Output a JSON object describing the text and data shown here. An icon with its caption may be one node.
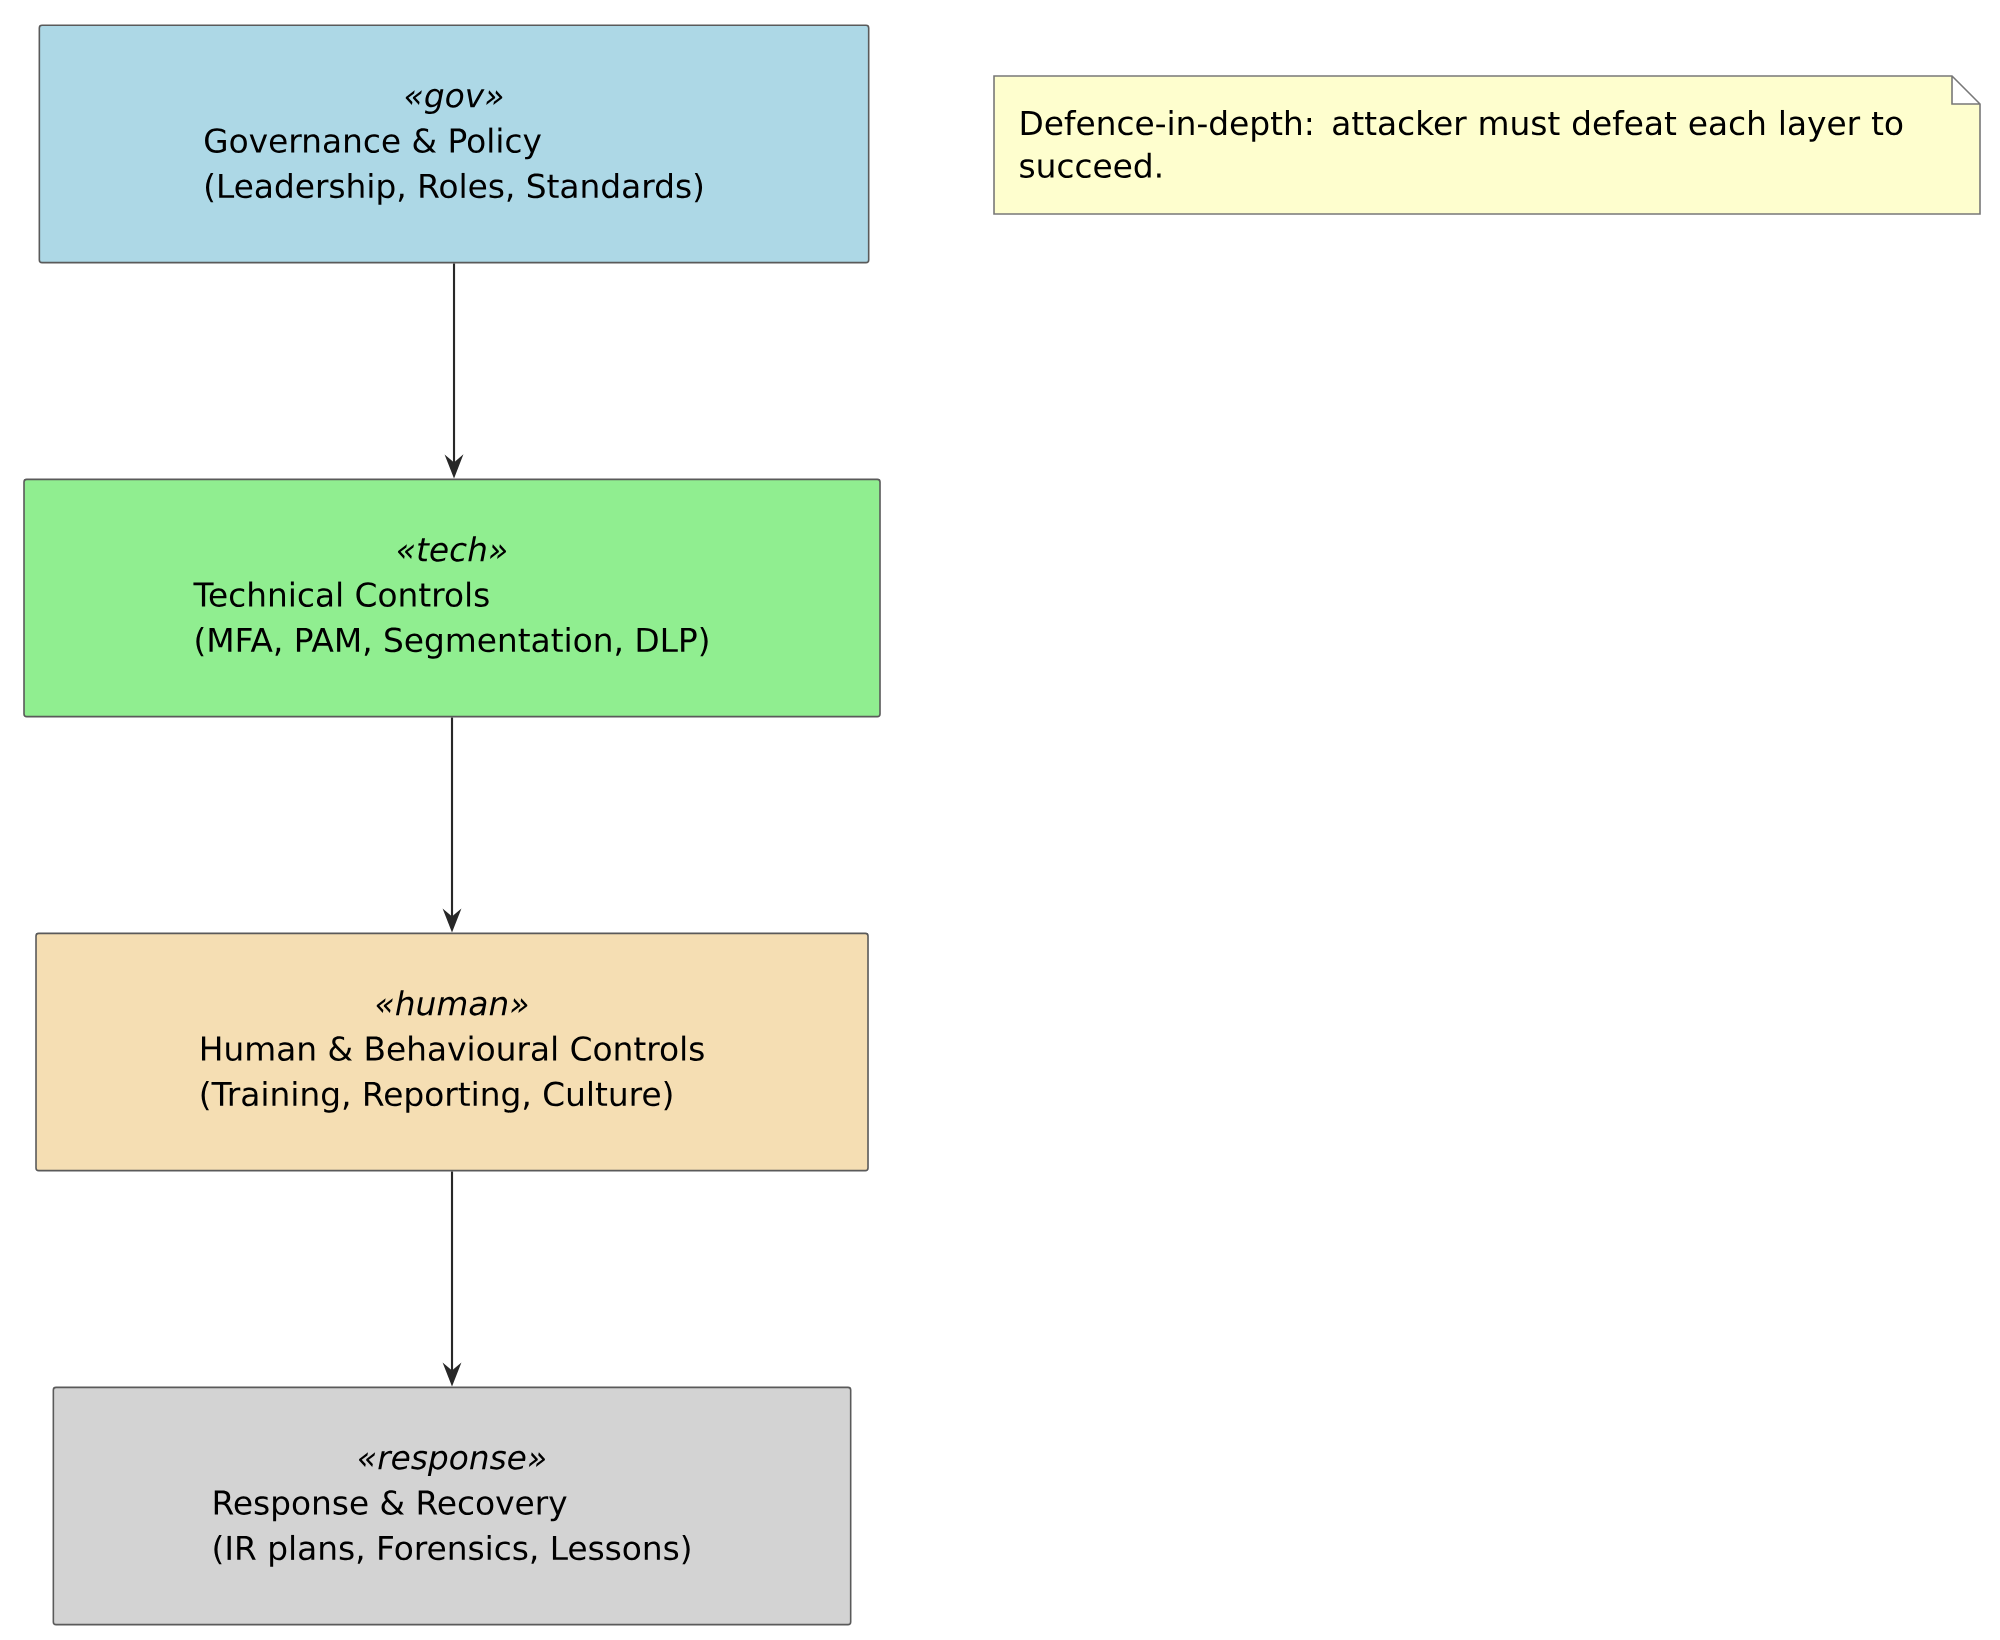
{
  "diagram": {
    "nodes": [
      {
        "text": [
          "«gov»",
          "Governance & Policy",
          "(Leadership, Roles, Standards)"
        ]
      },
      {
        "text": [
          "«tech»",
          "Technical Controls",
          "(MFA, PAM, Segmentation, DLP)"
        ]
      },
      {
        "text": [
          "«human»",
          "Human & Behavioural Controls",
          "(Training, Reporting, Culture)"
        ]
      },
      {
        "text": [
          "«response»",
          "Response & Recovery",
          "(IR plans, Forensics, Lessons)"
        ]
      },
      {
        "text": [
          "Defence-in-depth: attacker must defeat each layer to succeed."
        ]
      }
    ],
    "edges": [
      {
        "from": 0,
        "to": 1,
        "arrow": "to"
      },
      {
        "from": 1,
        "to": 2,
        "arrow": "to"
      },
      {
        "from": 2,
        "to": 3,
        "arrow": "to"
      }
    ]
  }
}
